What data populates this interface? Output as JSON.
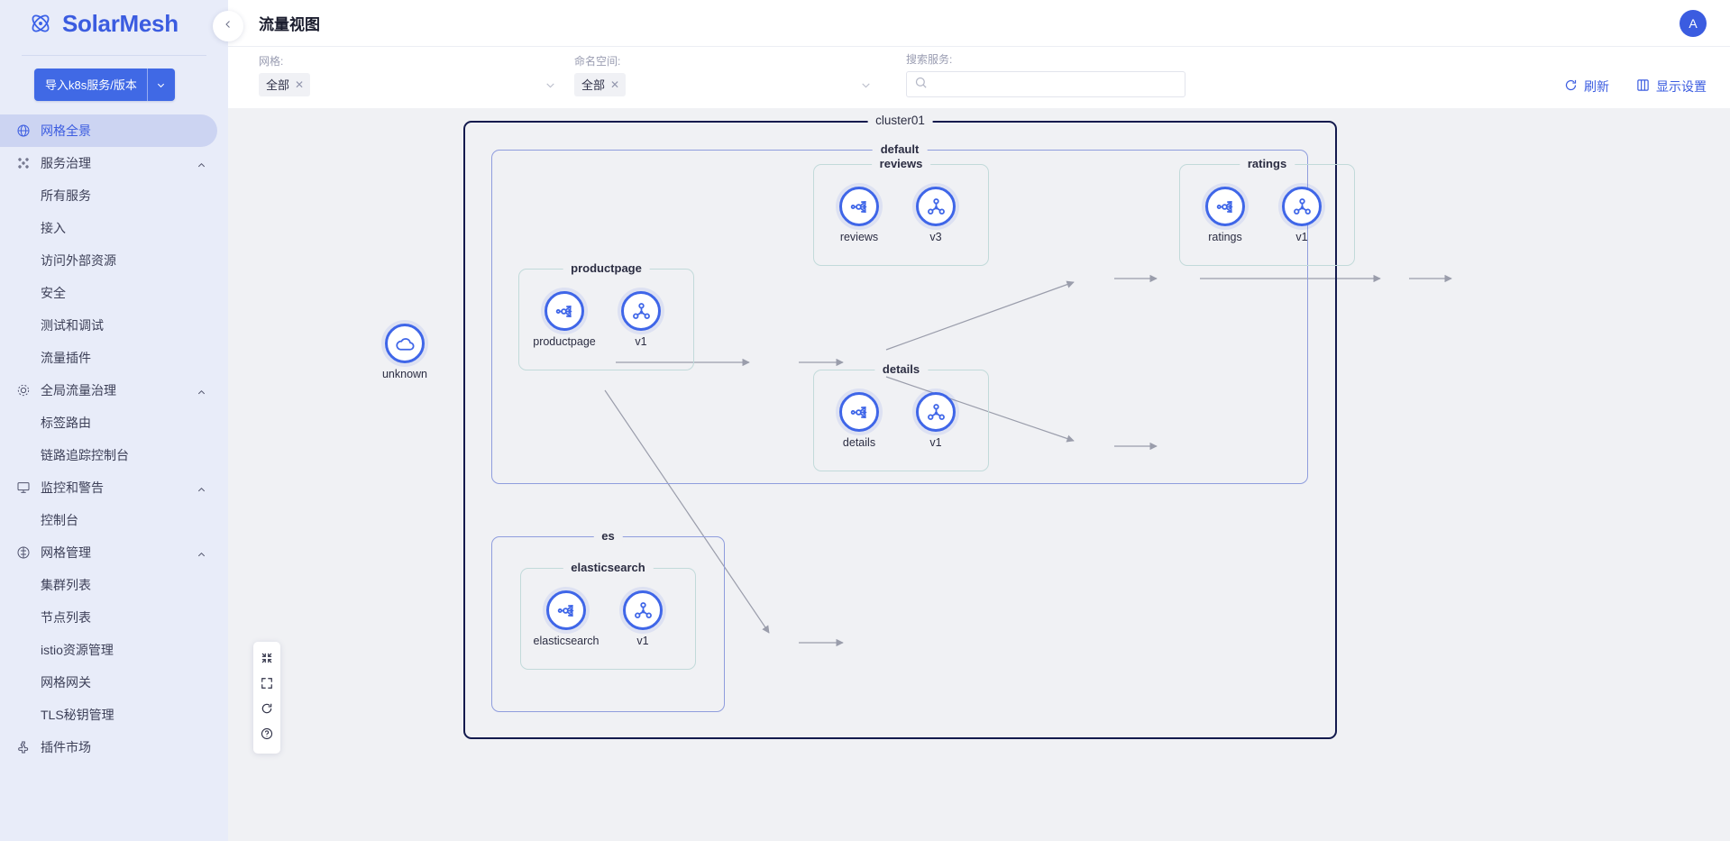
{
  "brand": {
    "name": "SolarMesh",
    "logo_icon": "atom-logo-icon"
  },
  "sidebar": {
    "import_button": {
      "label": "导入k8s服务/版本",
      "caret_icon": "chevron-down-icon"
    },
    "items": [
      {
        "label": "网格全景",
        "icon": "globe-icon",
        "type": "top",
        "active": true,
        "expandable": false
      },
      {
        "label": "服务治理",
        "icon": "nodes-icon",
        "type": "top",
        "active": false,
        "expandable": true
      },
      {
        "label": "所有服务",
        "type": "sub"
      },
      {
        "label": "接入",
        "type": "sub"
      },
      {
        "label": "访问外部资源",
        "type": "sub"
      },
      {
        "label": "安全",
        "type": "sub"
      },
      {
        "label": "测试和调试",
        "type": "sub"
      },
      {
        "label": "流量插件",
        "type": "sub"
      },
      {
        "label": "全局流量治理",
        "icon": "traffic-icon",
        "type": "top",
        "active": false,
        "expandable": true
      },
      {
        "label": "标签路由",
        "type": "sub"
      },
      {
        "label": "链路追踪控制台",
        "type": "sub"
      },
      {
        "label": "监控和警告",
        "icon": "monitor-icon",
        "type": "top",
        "active": false,
        "expandable": true
      },
      {
        "label": "控制台",
        "type": "sub"
      },
      {
        "label": "网格管理",
        "icon": "mesh-icon",
        "type": "top",
        "active": false,
        "expandable": true
      },
      {
        "label": "集群列表",
        "type": "sub"
      },
      {
        "label": "节点列表",
        "type": "sub"
      },
      {
        "label": "istio资源管理",
        "type": "sub"
      },
      {
        "label": "网格网关",
        "type": "sub"
      },
      {
        "label": "TLS秘钥管理",
        "type": "sub"
      },
      {
        "label": "插件市场",
        "icon": "puzzle-icon",
        "type": "top",
        "active": false,
        "expandable": false
      }
    ]
  },
  "topbar": {
    "title": "流量视图",
    "collapse_icon": "chevron-left-icon",
    "avatar_initial": "A"
  },
  "filters": {
    "mesh": {
      "label": "网格:",
      "value": "全部",
      "remove_icon": "close-icon",
      "caret_icon": "chevron-down-icon"
    },
    "namespace": {
      "label": "命名空间:",
      "value": "全部",
      "remove_icon": "close-icon",
      "caret_icon": "chevron-down-icon"
    },
    "search": {
      "label": "搜索服务:",
      "value": "",
      "placeholder": "",
      "icon": "search-icon"
    },
    "refresh": {
      "label": "刷新",
      "icon": "refresh-icon"
    },
    "display_settings": {
      "label": "显示设置",
      "icon": "layout-settings-icon"
    }
  },
  "graph": {
    "cluster": {
      "label": "cluster01",
      "border_color": "#131a4d"
    },
    "namespaces": [
      {
        "label": "default",
        "border_color": "#8f9ddd"
      },
      {
        "label": "es",
        "border_color": "#8f9ddd"
      }
    ],
    "services": [
      {
        "label": "productpage"
      },
      {
        "label": "reviews"
      },
      {
        "label": "ratings"
      },
      {
        "label": "details"
      },
      {
        "label": "elasticsearch"
      }
    ],
    "nodes": [
      {
        "id": "unknown",
        "label": "unknown",
        "icon": "cloud-icon"
      },
      {
        "id": "productpage",
        "label": "productpage",
        "icon": "service-share-icon"
      },
      {
        "id": "productpage-v1",
        "label": "v1",
        "icon": "workload-topology-icon"
      },
      {
        "id": "reviews",
        "label": "reviews",
        "icon": "service-share-icon"
      },
      {
        "id": "reviews-v3",
        "label": "v3",
        "icon": "workload-topology-icon"
      },
      {
        "id": "ratings",
        "label": "ratings",
        "icon": "service-share-icon"
      },
      {
        "id": "ratings-v1",
        "label": "v1",
        "icon": "workload-topology-icon"
      },
      {
        "id": "details",
        "label": "details",
        "icon": "service-share-icon"
      },
      {
        "id": "details-v1",
        "label": "v1",
        "icon": "workload-topology-icon"
      },
      {
        "id": "elasticsearch",
        "label": "elasticsearch",
        "icon": "service-share-icon"
      },
      {
        "id": "elasticsearch-v1",
        "label": "v1",
        "icon": "workload-topology-icon"
      }
    ],
    "node_color": "#3f66e8"
  },
  "toolbar": {
    "buttons": [
      {
        "name": "collapse-all-button",
        "icon": "shrink-arrows-icon"
      },
      {
        "name": "fit-view-button",
        "icon": "fullscreen-icon"
      },
      {
        "name": "reload-button",
        "icon": "refresh-icon"
      },
      {
        "name": "help-button",
        "icon": "question-circle-icon"
      }
    ]
  }
}
